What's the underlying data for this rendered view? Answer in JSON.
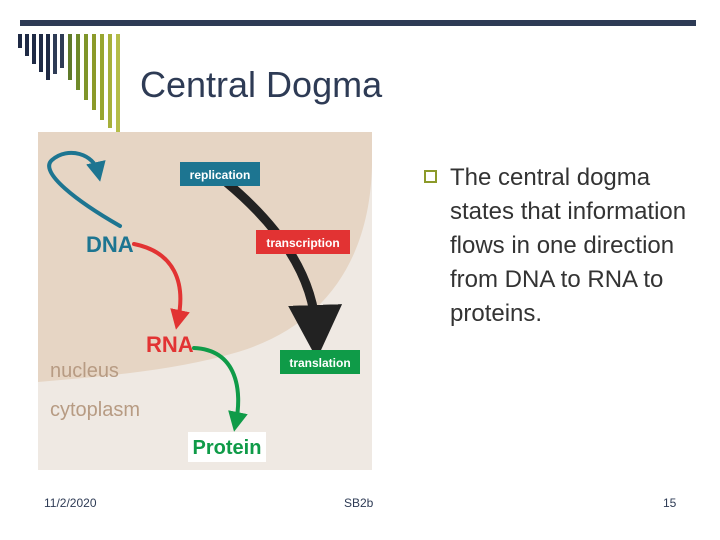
{
  "slide": {
    "title": "Central Dogma",
    "bullet": "The central dogma states that information flows in one direction from DNA to RNA to proteins."
  },
  "figure": {
    "labels": {
      "replication": "replication",
      "transcription": "transcription",
      "translation": "translation",
      "dna": "DNA",
      "rna": "RNA",
      "protein": "Protein",
      "nucleus": "nucleus",
      "cytoplasm": "cytoplasm"
    },
    "colors": {
      "nucleus_fill": "#e6d5c4",
      "cytoplasm_fill": "#efe9e3",
      "replication": "#1d7591",
      "transcription": "#e23333",
      "translation": "#0f9b48",
      "flow_arrow": "#222222",
      "compartment_text": "#b79b83"
    }
  },
  "footer": {
    "date": "11/2/2020",
    "code": "SB2b",
    "page": "15"
  },
  "theme": {
    "title_color": "#2e3b55",
    "accent_olive": "#8c9a2a"
  }
}
